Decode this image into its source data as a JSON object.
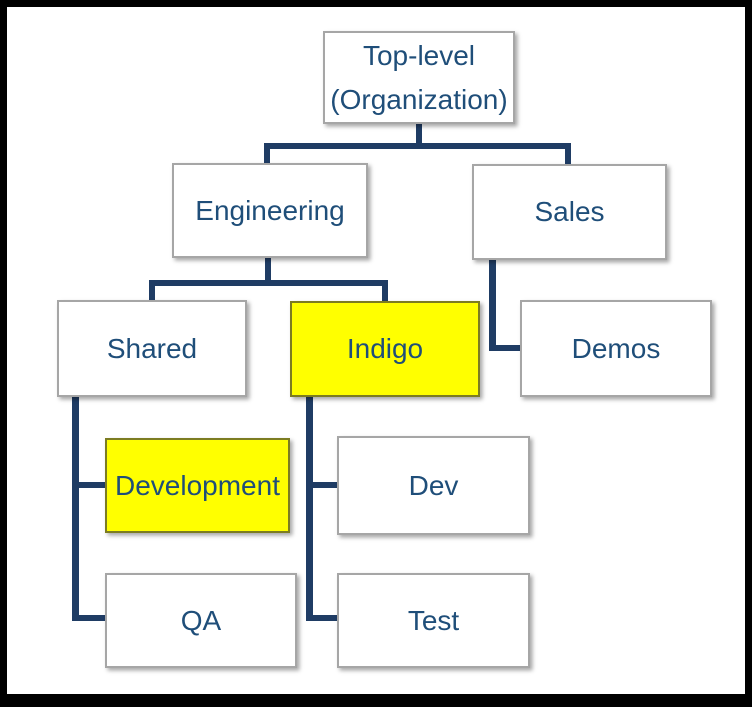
{
  "diagram": {
    "type": "org-chart-tree",
    "nodes": {
      "top_level": {
        "line1": "Top-level",
        "line2": "(Organization)",
        "highlighted": false
      },
      "engineering": {
        "label": "Engineering",
        "highlighted": false
      },
      "sales": {
        "label": "Sales",
        "highlighted": false
      },
      "shared": {
        "label": "Shared",
        "highlighted": false
      },
      "indigo": {
        "label": "Indigo",
        "highlighted": true
      },
      "demos": {
        "label": "Demos",
        "highlighted": false
      },
      "development": {
        "label": "Development",
        "highlighted": true
      },
      "dev": {
        "label": "Dev",
        "highlighted": false
      },
      "qa": {
        "label": "QA",
        "highlighted": false
      },
      "test": {
        "label": "Test",
        "highlighted": false
      }
    },
    "hierarchy": [
      {
        "parent": "Top-level (Organization)",
        "children": [
          "Engineering",
          "Sales"
        ]
      },
      {
        "parent": "Engineering",
        "children": [
          "Shared",
          "Indigo"
        ]
      },
      {
        "parent": "Sales",
        "children": [
          "Demos"
        ]
      },
      {
        "parent": "Shared",
        "children": [
          "Development",
          "QA"
        ]
      },
      {
        "parent": "Indigo",
        "children": [
          "Dev",
          "Test"
        ]
      }
    ]
  },
  "colors": {
    "line": "#1f3c64",
    "text": "#1f4e79",
    "highlight": "#ffff00",
    "highlight-border": "#7c7c21",
    "box-border": "#a6a6a6",
    "box-bg": "#ffffff",
    "frame": "#000000"
  }
}
